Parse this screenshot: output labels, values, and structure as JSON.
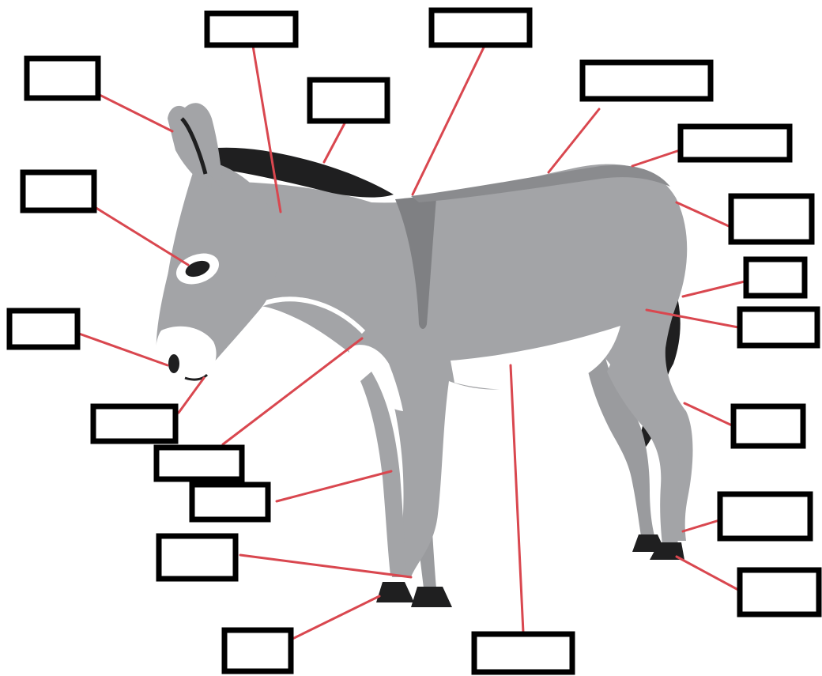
{
  "diagram": {
    "subject_icon": "donkey-illustration",
    "colors": {
      "body": "#a3a4a7",
      "body_shadow": "#8a8b8e",
      "dark": "#1f1f20",
      "light": "#ffffff",
      "leader": "#d9474f",
      "box_stroke": "#000000"
    },
    "labels": [
      {
        "id": "ear",
        "text": ""
      },
      {
        "id": "poll",
        "text": ""
      },
      {
        "id": "mane",
        "text": ""
      },
      {
        "id": "withers",
        "text": ""
      },
      {
        "id": "back",
        "text": ""
      },
      {
        "id": "croup",
        "text": ""
      },
      {
        "id": "eye",
        "text": ""
      },
      {
        "id": "muzzle",
        "text": ""
      },
      {
        "id": "chin",
        "text": ""
      },
      {
        "id": "chest",
        "text": ""
      },
      {
        "id": "forearm",
        "text": ""
      },
      {
        "id": "fetlock",
        "text": ""
      },
      {
        "id": "front-hoof",
        "text": ""
      },
      {
        "id": "belly",
        "text": ""
      },
      {
        "id": "hip",
        "text": ""
      },
      {
        "id": "tail",
        "text": ""
      },
      {
        "id": "flank",
        "text": ""
      },
      {
        "id": "hock",
        "text": ""
      },
      {
        "id": "hind-fetlock",
        "text": ""
      },
      {
        "id": "hind-hoof",
        "text": ""
      }
    ]
  }
}
